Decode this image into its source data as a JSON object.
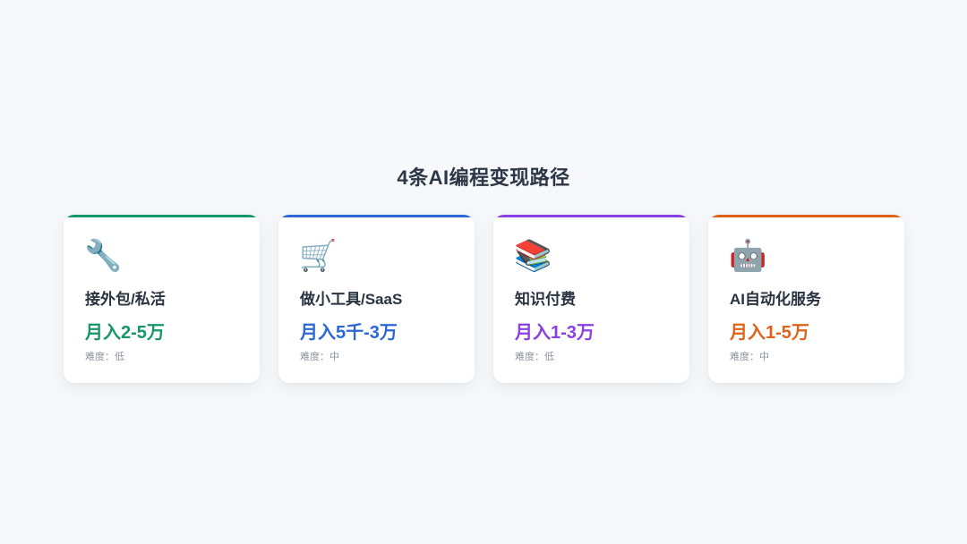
{
  "title": "4条AI编程变现路径",
  "cards": [
    {
      "icon": "🔧",
      "icon_name": "wrench-icon",
      "name": "接外包/私活",
      "income": "月入2-5万",
      "level": "难度：低",
      "color": "#15956a"
    },
    {
      "icon": "🛒",
      "icon_name": "shopping-cart-icon",
      "name": "做小工具/SaaS",
      "income": "月入5千-3万",
      "level": "难度：中",
      "color": "#2c67d6"
    },
    {
      "icon": "📚",
      "icon_name": "books-icon",
      "name": "知识付费",
      "income": "月入1-3万",
      "level": "难度：低",
      "color": "#8a3ee3"
    },
    {
      "icon": "🤖",
      "icon_name": "robot-icon",
      "name": "AI自动化服务",
      "income": "月入1-5万",
      "level": "难度：中",
      "color": "#e0621a"
    }
  ]
}
